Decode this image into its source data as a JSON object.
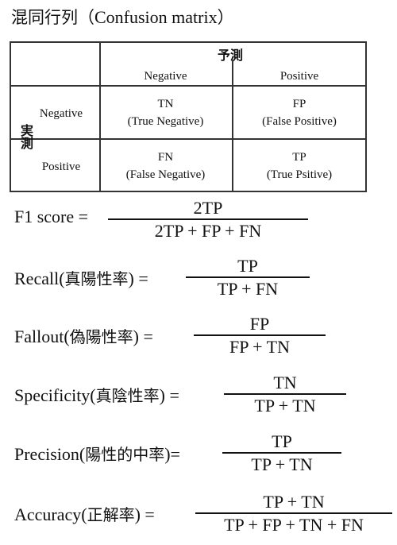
{
  "title": {
    "cjk": "混同行列（",
    "latin": "Confusion matrix",
    "close": "）"
  },
  "matrix": {
    "predicted_header": "予測",
    "actual_header": "実測",
    "col_negative": "Negative",
    "col_positive": "Positive",
    "row_negative": "Negative",
    "row_positive": "Positive",
    "tn": {
      "abbr": "TN",
      "full": "(True Negative)"
    },
    "fp": {
      "abbr": "FP",
      "full": "(False Positive)"
    },
    "fn": {
      "abbr": "FN",
      "full": "(False Negative)"
    },
    "tp": {
      "abbr": "TP",
      "full": "(True Psitive)"
    }
  },
  "formulas": [
    {
      "name": "F1 score",
      "cjk": "",
      "suffix": " =",
      "numerator": "2TP",
      "denominator": "2TP + FP + FN"
    },
    {
      "name": "Recall(",
      "cjk": "真陽性率",
      "suffix": ") =",
      "numerator": "TP",
      "denominator": "TP + FN"
    },
    {
      "name": "Fallout(",
      "cjk": "偽陽性率",
      "suffix": ") =",
      "numerator": "FP",
      "denominator": "FP + TN"
    },
    {
      "name": "Specificity(",
      "cjk": "真陰性率",
      "suffix": ") =",
      "numerator": "TN",
      "denominator": "TP + TN"
    },
    {
      "name": "Precision(",
      "cjk": "陽性的中率",
      "suffix": ")=",
      "numerator": "TP",
      "denominator": "TP + TN"
    },
    {
      "name": "Accuracy(",
      "cjk": "正解率",
      "suffix": ") =",
      "numerator": "TP + TN",
      "denominator": "TP + FP + TN + FN"
    }
  ]
}
